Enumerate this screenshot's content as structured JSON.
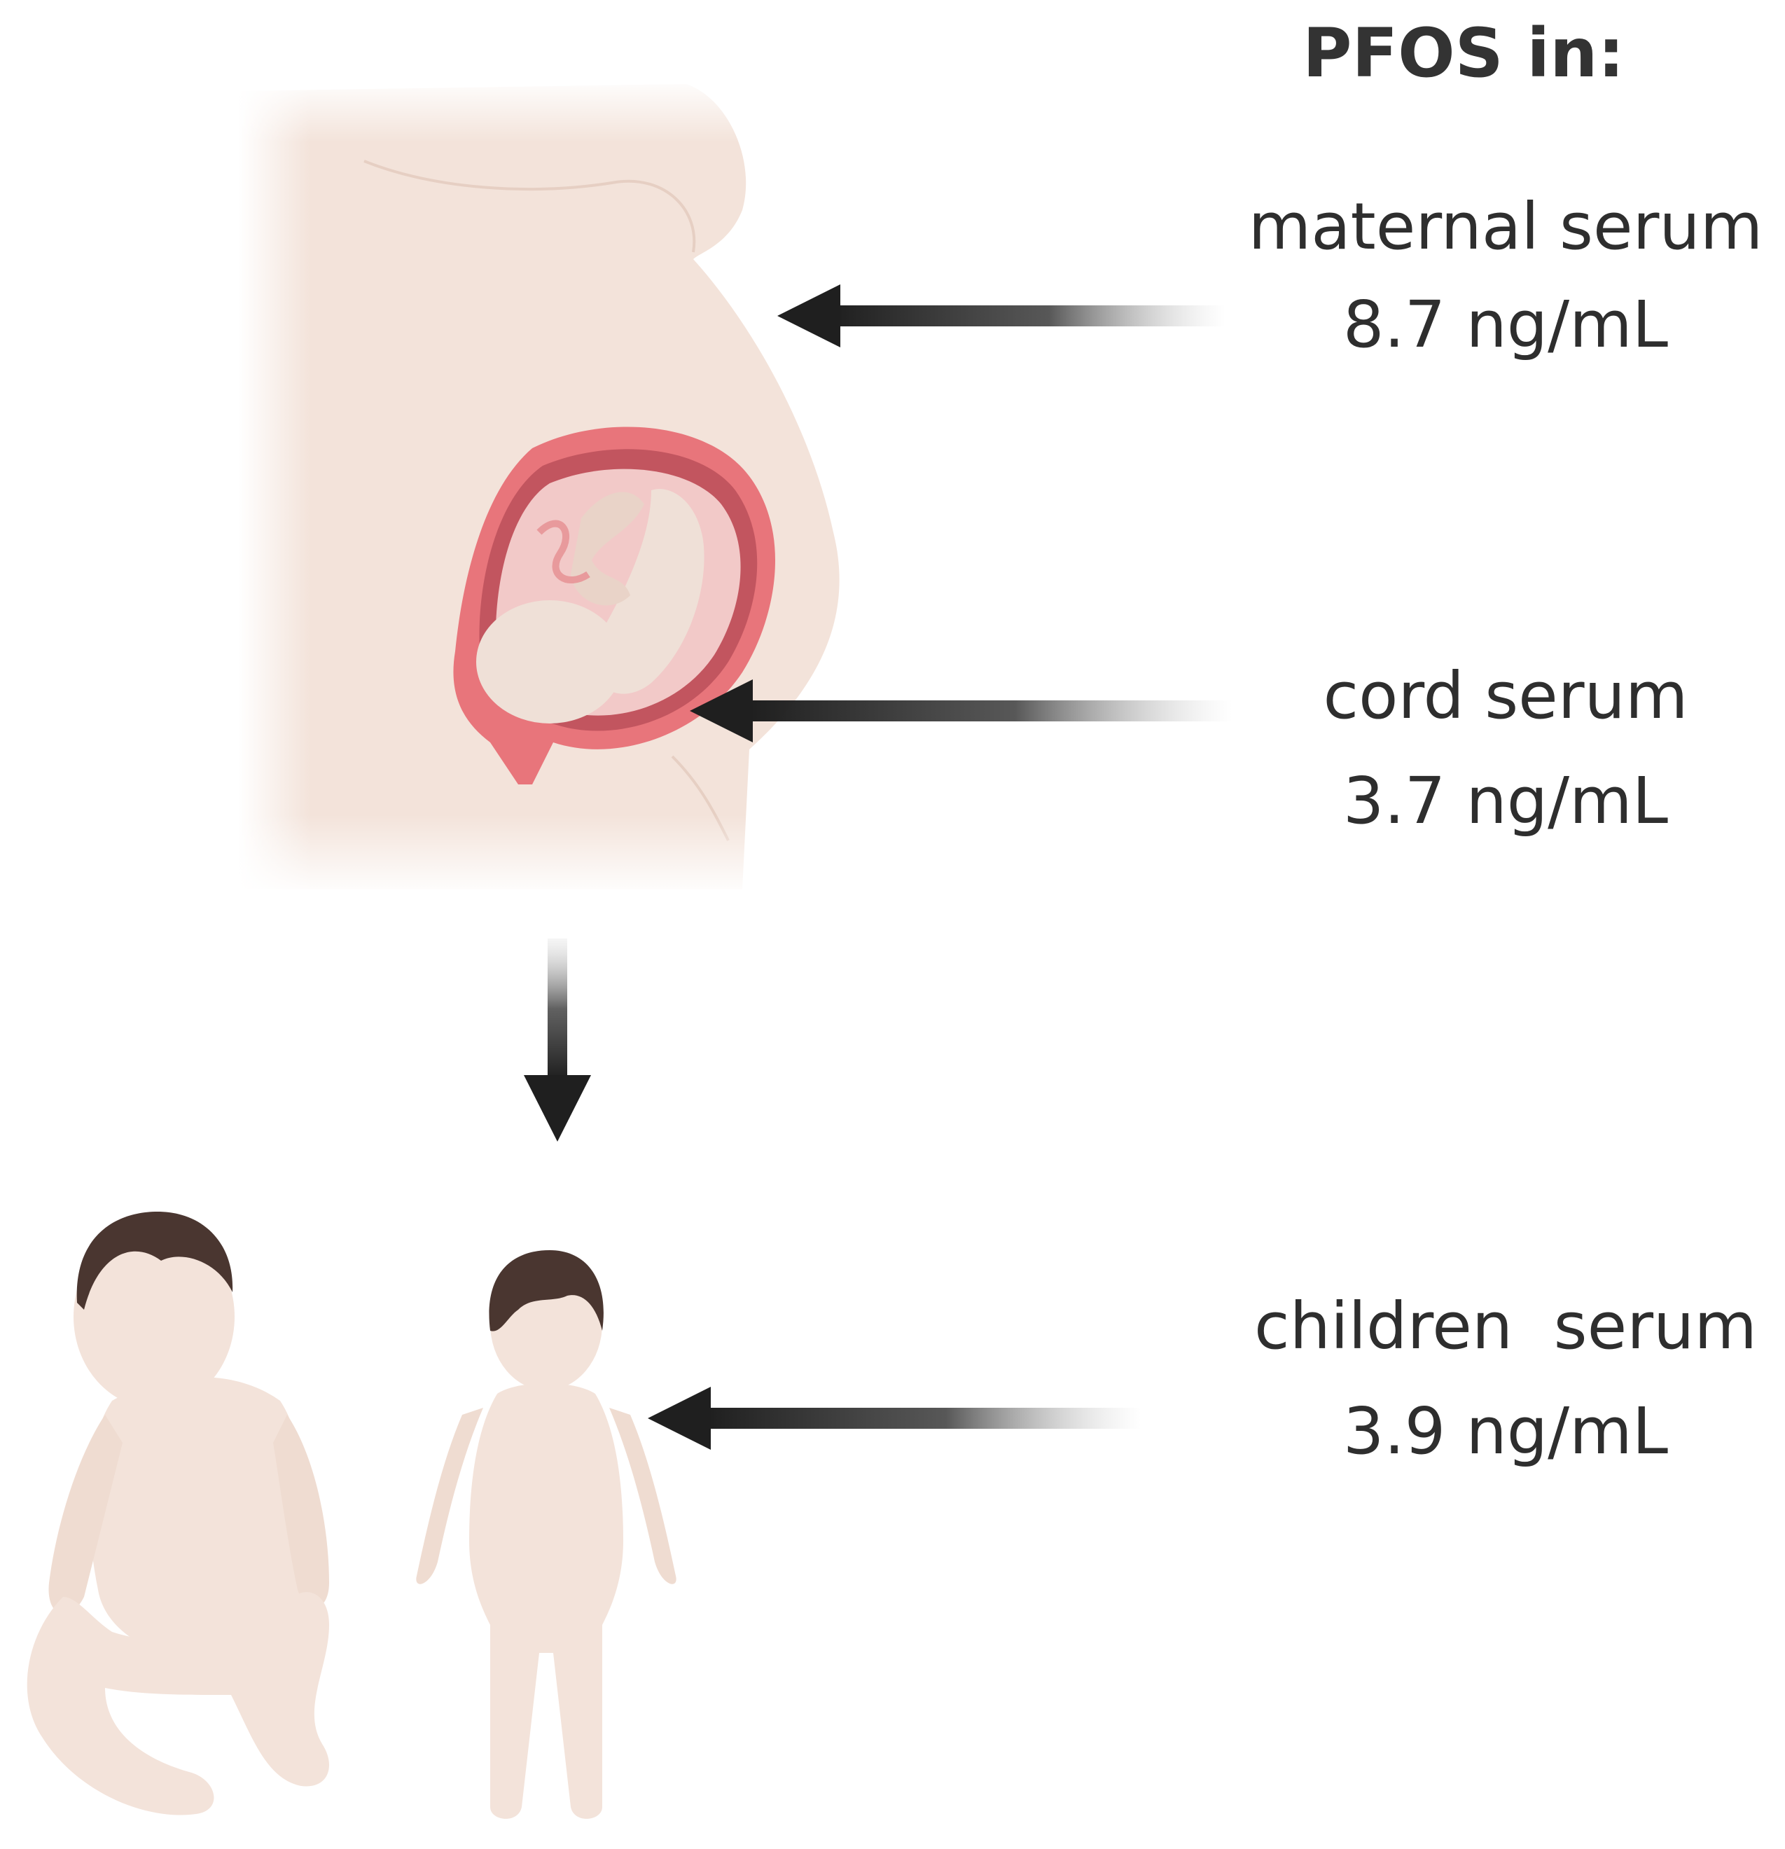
{
  "diagram": {
    "title": "PFOS in:",
    "measurements": [
      {
        "label": "maternal serum",
        "value": "8.7 ng/mL"
      },
      {
        "label": "cord serum",
        "value": "3.7 ng/mL"
      },
      {
        "label": "children  serum",
        "value": "3.9 ng/mL"
      }
    ]
  },
  "colors": {
    "skin": "#f3e3da",
    "skin_shadow": "#ead3c7",
    "uterus_wall": "#e8757b",
    "uterus_inner": "#c2555f",
    "hair": "#4a3630",
    "arrow": "#1f1f1f"
  }
}
